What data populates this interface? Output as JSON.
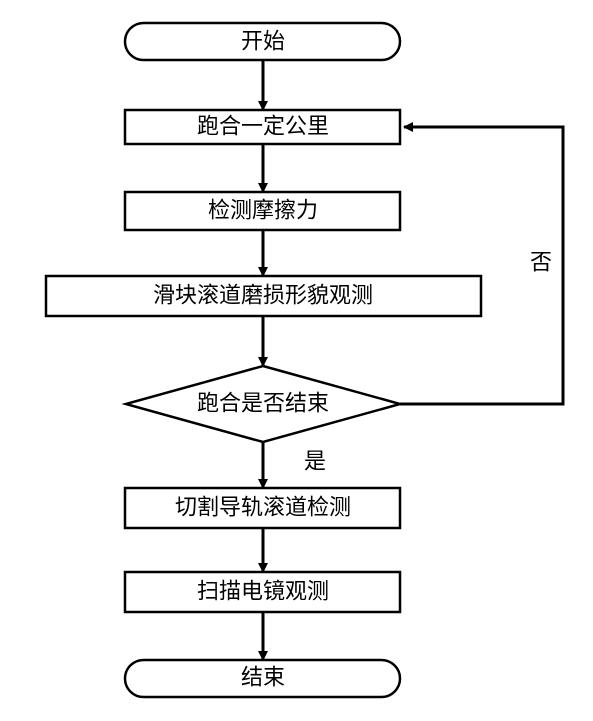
{
  "nodes": {
    "start": "开始",
    "run": "跑合一定公里",
    "friction": "检测摩擦力",
    "wear": "滑块滚道磨损形貌观测",
    "decision": "跑合是否结束",
    "cut": "切割导轨滚道检测",
    "sem": "扫描电镜观测",
    "end": "结束"
  },
  "edges": {
    "yes_label": "是",
    "no_label": "否"
  },
  "colors": {
    "stroke": "#000000",
    "fill": "#ffffff"
  }
}
